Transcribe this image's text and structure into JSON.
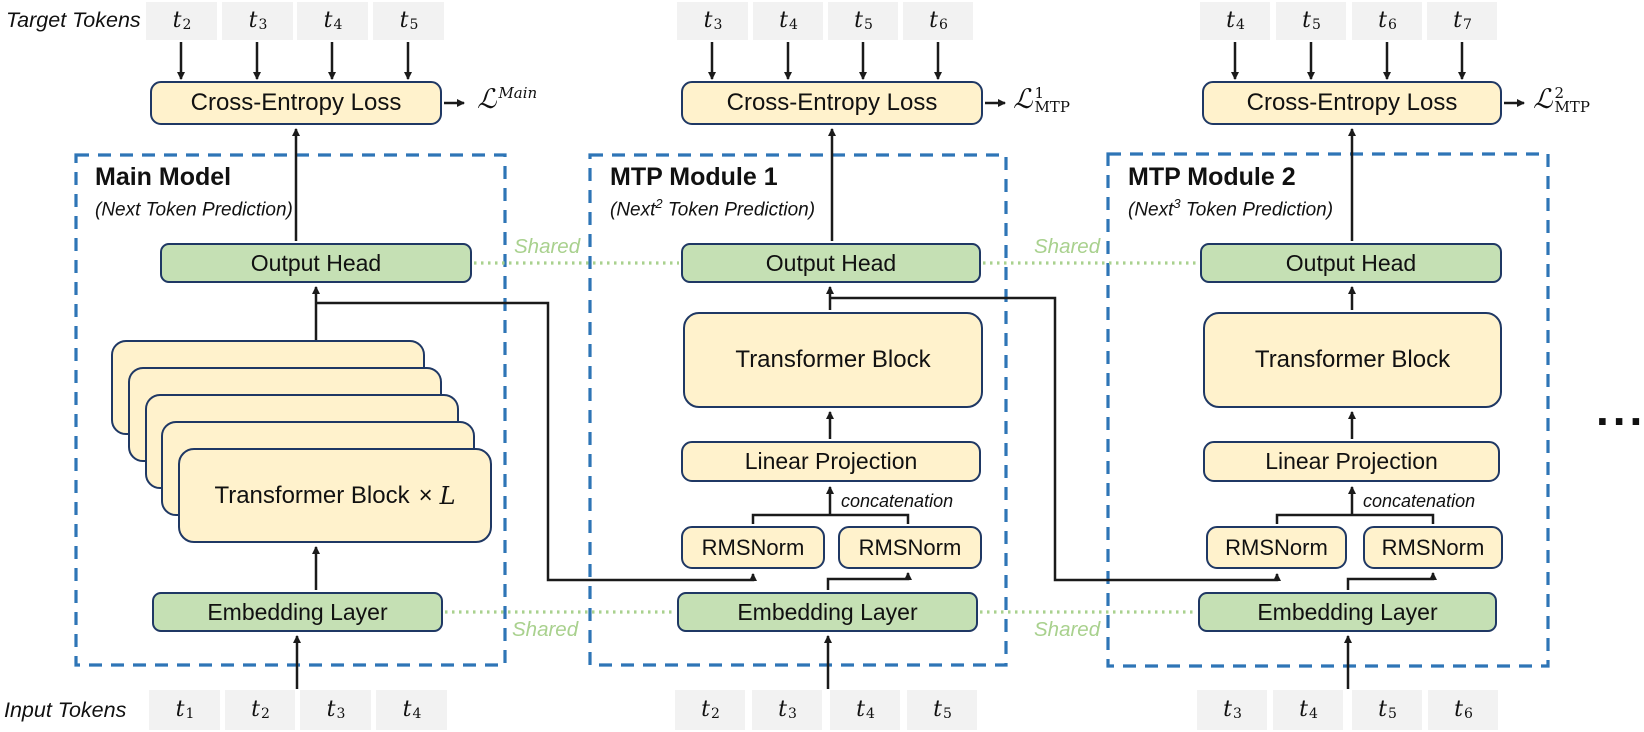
{
  "colors": {
    "yellow_fill": "#FFF2CC",
    "green_fill": "#C5E0B4",
    "navy_border": "#1F3864",
    "blue_dashed": "#2E75B6",
    "shared_green": "#A9D18E",
    "token_bg": "#F2F2F2"
  },
  "row_labels": {
    "target": "Target Tokens",
    "input": "Input Tokens"
  },
  "shared_label": "Shared",
  "ellipsis": "...",
  "modules": [
    {
      "title": "Main Model",
      "subtitle": {
        "prefix": "(Next",
        "sup": "",
        "suffix": " Token Prediction)"
      },
      "loss": {
        "symbol": "ℒ",
        "sup": "",
        "sub": "Main"
      },
      "boxes": {
        "cross_entropy": "Cross-Entropy Loss",
        "output_head": "Output Head",
        "stack_label": "Transformer Block",
        "stack_times": "×",
        "stack_var": "L",
        "embedding": "Embedding Layer"
      },
      "target_tokens": [
        {
          "base": "t",
          "sub": "2"
        },
        {
          "base": "t",
          "sub": "3"
        },
        {
          "base": "t",
          "sub": "4"
        },
        {
          "base": "t",
          "sub": "5"
        }
      ],
      "input_tokens": [
        {
          "base": "t",
          "sub": "1"
        },
        {
          "base": "t",
          "sub": "2"
        },
        {
          "base": "t",
          "sub": "3"
        },
        {
          "base": "t",
          "sub": "4"
        }
      ]
    },
    {
      "title": "MTP Module 1",
      "subtitle": {
        "prefix": "(Next",
        "sup": "2",
        "suffix": " Token Prediction)"
      },
      "loss": {
        "symbol": "ℒ",
        "sup": "1",
        "sub": "MTP"
      },
      "boxes": {
        "cross_entropy": "Cross-Entropy Loss",
        "output_head": "Output Head",
        "transformer_block": "Transformer Block",
        "linear_projection": "Linear Projection",
        "rmsnorm_left": "RMSNorm",
        "rmsnorm_right": "RMSNorm",
        "embedding": "Embedding Layer",
        "concatenation": "concatenation"
      },
      "target_tokens": [
        {
          "base": "t",
          "sub": "3"
        },
        {
          "base": "t",
          "sub": "4"
        },
        {
          "base": "t",
          "sub": "5"
        },
        {
          "base": "t",
          "sub": "6"
        }
      ],
      "input_tokens": [
        {
          "base": "t",
          "sub": "2"
        },
        {
          "base": "t",
          "sub": "3"
        },
        {
          "base": "t",
          "sub": "4"
        },
        {
          "base": "t",
          "sub": "5"
        }
      ]
    },
    {
      "title": "MTP Module 2",
      "subtitle": {
        "prefix": "(Next",
        "sup": "3",
        "suffix": " Token Prediction)"
      },
      "loss": {
        "symbol": "ℒ",
        "sup": "2",
        "sub": "MTP"
      },
      "boxes": {
        "cross_entropy": "Cross-Entropy Loss",
        "output_head": "Output Head",
        "transformer_block": "Transformer Block",
        "linear_projection": "Linear Projection",
        "rmsnorm_left": "RMSNorm",
        "rmsnorm_right": "RMSNorm",
        "embedding": "Embedding Layer",
        "concatenation": "concatenation"
      },
      "target_tokens": [
        {
          "base": "t",
          "sub": "4"
        },
        {
          "base": "t",
          "sub": "5"
        },
        {
          "base": "t",
          "sub": "6"
        },
        {
          "base": "t",
          "sub": "7"
        }
      ],
      "input_tokens": [
        {
          "base": "t",
          "sub": "3"
        },
        {
          "base": "t",
          "sub": "4"
        },
        {
          "base": "t",
          "sub": "5"
        },
        {
          "base": "t",
          "sub": "6"
        }
      ]
    }
  ]
}
